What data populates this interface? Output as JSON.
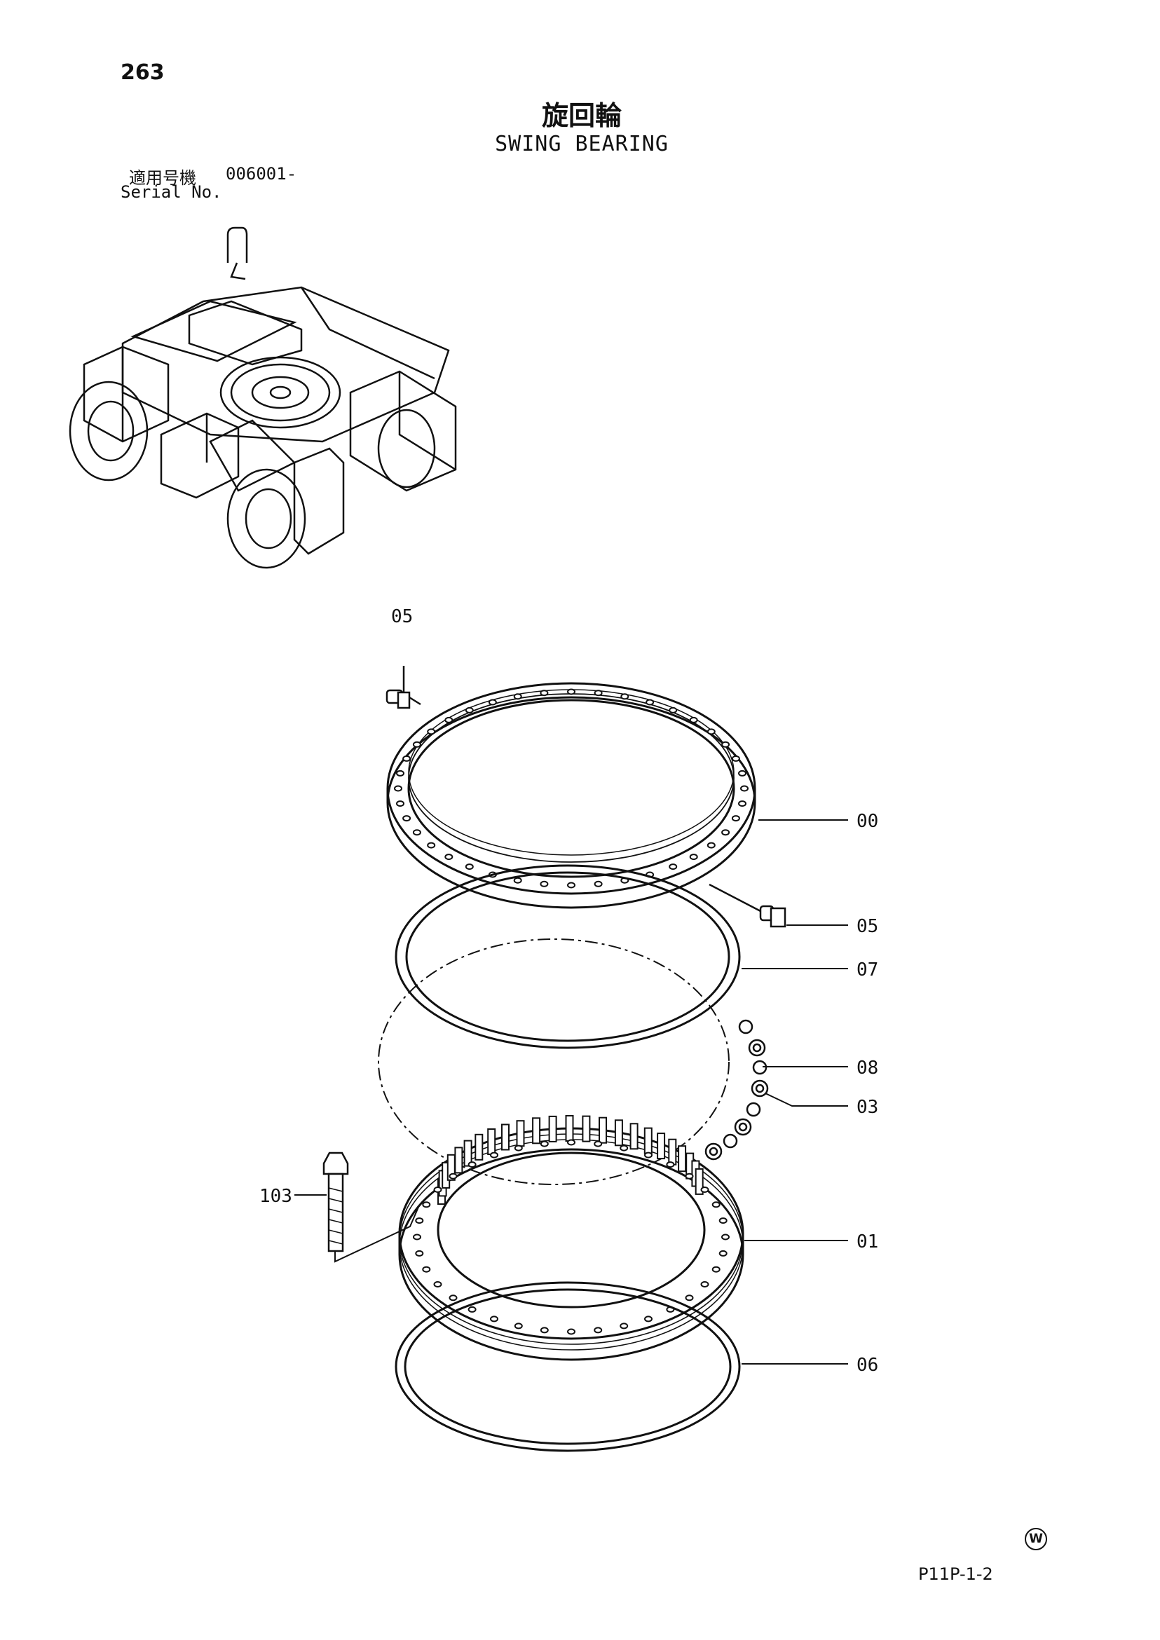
{
  "header": {
    "page_number": "263",
    "title_jp": "旋回輪",
    "title_en": "SWING BEARING",
    "serial_label_jp": "適用号機",
    "serial_value": "006001-",
    "serial_label_en": "Serial No."
  },
  "callouts": [
    "05",
    "00",
    "05",
    "07",
    "08",
    "03",
    "103",
    "01",
    "06"
  ],
  "footer": {
    "mark": "W",
    "page_code": "P11P-1-2"
  }
}
